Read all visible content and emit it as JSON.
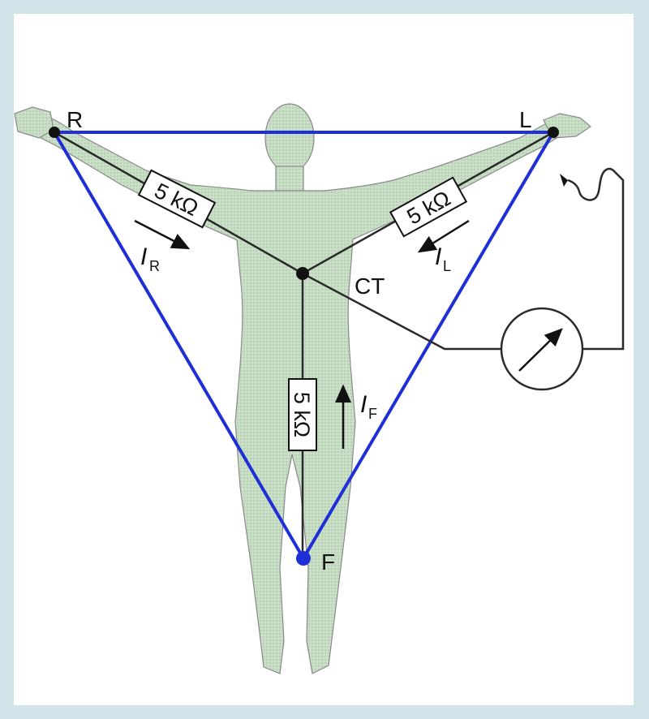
{
  "diagram": {
    "nodes": {
      "right_arm": "R",
      "left_arm": "L",
      "foot": "F",
      "central_terminal": "CT"
    },
    "resistors": {
      "right": "5 kΩ",
      "left": "5 kΩ",
      "foot": "5 kΩ"
    },
    "currents": {
      "right": {
        "symbol": "I",
        "subscript": "R"
      },
      "left": {
        "symbol": "I",
        "subscript": "L"
      },
      "foot": {
        "symbol": "I",
        "subscript": "F"
      }
    },
    "colors": {
      "background": "#cfe3e8",
      "body": "#c5dcc3",
      "triangle": "#1f2fd6",
      "wires": "#2a2a2a"
    },
    "icons": [
      "human-figure",
      "voltmeter-icon",
      "electrode-icon"
    ]
  }
}
